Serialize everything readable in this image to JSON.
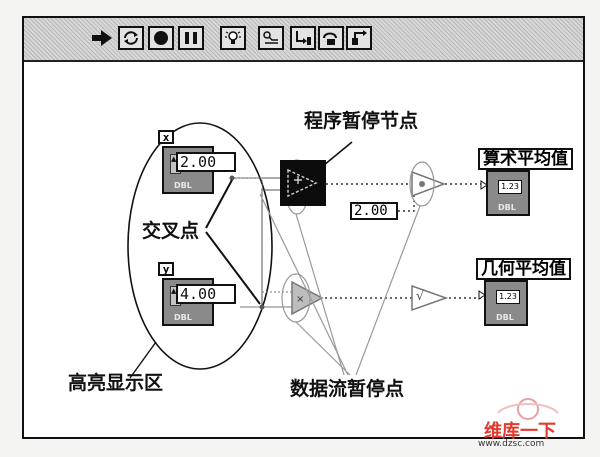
{
  "toolbar": {
    "buttons": [
      {
        "name": "run-icon"
      },
      {
        "name": "run-continuously-icon"
      },
      {
        "name": "abort-icon"
      },
      {
        "name": "pause-icon"
      },
      {
        "name": "highlight-execution-icon"
      },
      {
        "name": "retain-wire-values-icon"
      },
      {
        "name": "step-into-icon"
      },
      {
        "name": "step-over-icon"
      },
      {
        "name": "step-out-icon"
      }
    ]
  },
  "diagram": {
    "control_x": {
      "tag": "x",
      "value": "2.00",
      "type": "DBL"
    },
    "control_y": {
      "tag": "y",
      "value": "4.00",
      "type": "DBL"
    },
    "constant": {
      "value": "2.00"
    },
    "indicator_arith": {
      "title": "算术平均值",
      "value": "1.23",
      "type": "DBL"
    },
    "indicator_geo": {
      "title": "几何平均值",
      "value": "1.23",
      "type": "DBL"
    },
    "sqrt_symbol": "√",
    "arrows_glyph": "▲▼"
  },
  "annotations": {
    "program_pause_node": "程序暂停节点",
    "cross_point": "交叉点",
    "highlight_area": "高亮显示区",
    "dataflow_pause_point": "数据流暂停点"
  },
  "watermark": {
    "brand": "维库一下",
    "url": "www.dzsc.com"
  }
}
